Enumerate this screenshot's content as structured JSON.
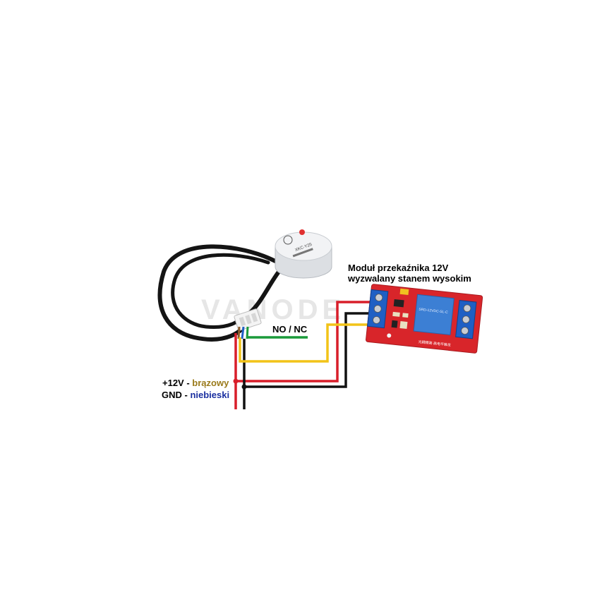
{
  "relay_module": {
    "title_line1": "Moduł przekaźnika 12V",
    "title_line2": "wyzwalany stanem wysokim",
    "board_text_top": "SRD-12VDC-SL-C",
    "board_text_bottom": "光耦隔离·高电平触发"
  },
  "sensor": {
    "body_text": "XKC-Y25"
  },
  "switch_output": {
    "label": "NO / NC"
  },
  "power": {
    "supply_label": "+12V",
    "supply_separator": " - ",
    "supply_wire_color": "brązowy",
    "ground_label": "GND",
    "ground_separator": " - ",
    "ground_wire_color": "niebieski"
  },
  "watermark": {
    "text": "VANODE"
  },
  "colors": {
    "wire_red": "#d81e2a",
    "wire_black": "#111111",
    "wire_yellow": "#f2c318",
    "wire_green": "#1a9a3a",
    "brown_text": "#9a7a1a",
    "blue_text": "#1a2fa0",
    "board_red": "#d8252a",
    "terminal_blue": "#1f5fc4",
    "relay_blue": "#3c7fd4"
  }
}
